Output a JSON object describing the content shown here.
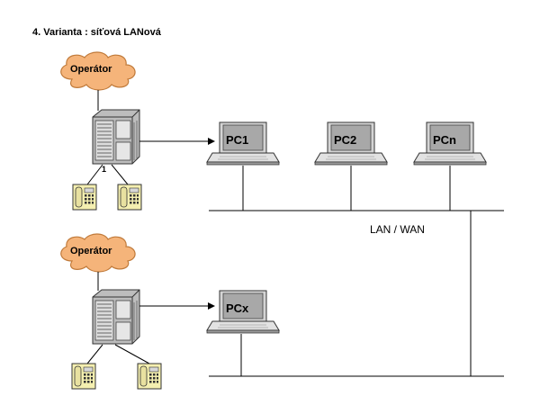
{
  "title": "4. Varianta : síťová LANová",
  "operator_label": "Operátor",
  "network_label": "LAN / WAN",
  "pcs": {
    "pc1": "PC1",
    "pc2": "PC2",
    "pcn": "PCn",
    "pcx": "PCx"
  },
  "port_label": "1",
  "colors": {
    "cloud_fill": "#f5b47a",
    "cloud_stroke": "#c07a3a",
    "pbx_fill": "#c8c8c8",
    "phone_fill": "#f4efb0",
    "screen_fill": "#a8a8a8",
    "line": "#000000"
  }
}
